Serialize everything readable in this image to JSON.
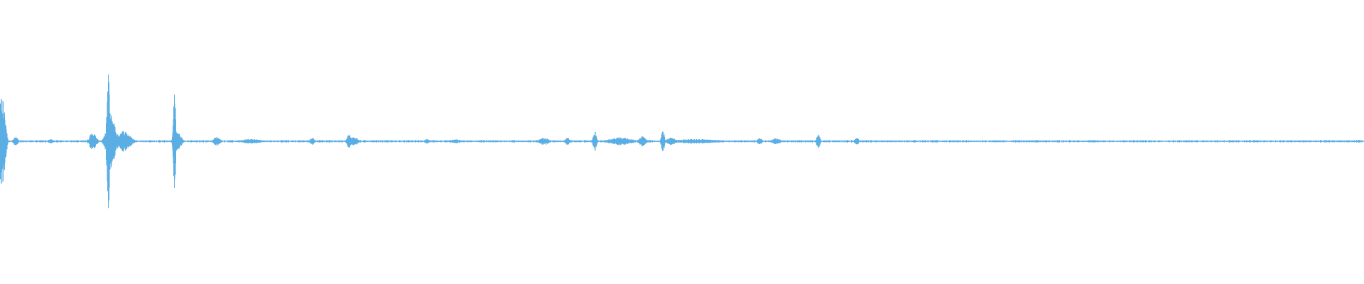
{
  "waveform": {
    "color": "#5aaee3",
    "background": "#ffffff",
    "duration_fraction_shown": 1.0,
    "baseline_amplitude": 0.012,
    "events": [
      {
        "t": 0.0015,
        "amp": 0.62,
        "width": 0.0025
      },
      {
        "t": 0.0035,
        "amp": 0.4,
        "width": 0.0015
      },
      {
        "t": 0.0115,
        "amp": 0.06,
        "width": 0.002
      },
      {
        "t": 0.037,
        "amp": 0.03,
        "width": 0.002
      },
      {
        "t": 0.068,
        "amp": 0.12,
        "width": 0.003
      },
      {
        "t": 0.0795,
        "amp": 0.88,
        "width": 0.0015
      },
      {
        "t": 0.0815,
        "amp": 0.35,
        "width": 0.004
      },
      {
        "t": 0.0905,
        "amp": 0.14,
        "width": 0.006
      },
      {
        "t": 0.128,
        "amp": 0.66,
        "width": 0.0012
      },
      {
        "t": 0.1305,
        "amp": 0.12,
        "width": 0.003
      },
      {
        "t": 0.159,
        "amp": 0.06,
        "width": 0.003
      },
      {
        "t": 0.184,
        "amp": 0.03,
        "width": 0.01
      },
      {
        "t": 0.229,
        "amp": 0.05,
        "width": 0.002
      },
      {
        "t": 0.256,
        "amp": 0.09,
        "width": 0.002
      },
      {
        "t": 0.26,
        "amp": 0.07,
        "width": 0.003
      },
      {
        "t": 0.313,
        "amp": 0.03,
        "width": 0.002
      },
      {
        "t": 0.334,
        "amp": 0.025,
        "width": 0.005
      },
      {
        "t": 0.399,
        "amp": 0.05,
        "width": 0.004
      },
      {
        "t": 0.416,
        "amp": 0.05,
        "width": 0.002
      },
      {
        "t": 0.436,
        "amp": 0.14,
        "width": 0.0015
      },
      {
        "t": 0.455,
        "amp": 0.05,
        "width": 0.01
      },
      {
        "t": 0.471,
        "amp": 0.07,
        "width": 0.003
      },
      {
        "t": 0.486,
        "amp": 0.14,
        "width": 0.0015
      },
      {
        "t": 0.492,
        "amp": 0.05,
        "width": 0.004
      },
      {
        "t": 0.51,
        "amp": 0.03,
        "width": 0.02
      },
      {
        "t": 0.557,
        "amp": 0.05,
        "width": 0.002
      },
      {
        "t": 0.569,
        "amp": 0.04,
        "width": 0.004
      },
      {
        "t": 0.6,
        "amp": 0.1,
        "width": 0.0015
      },
      {
        "t": 0.628,
        "amp": 0.05,
        "width": 0.002
      }
    ]
  }
}
